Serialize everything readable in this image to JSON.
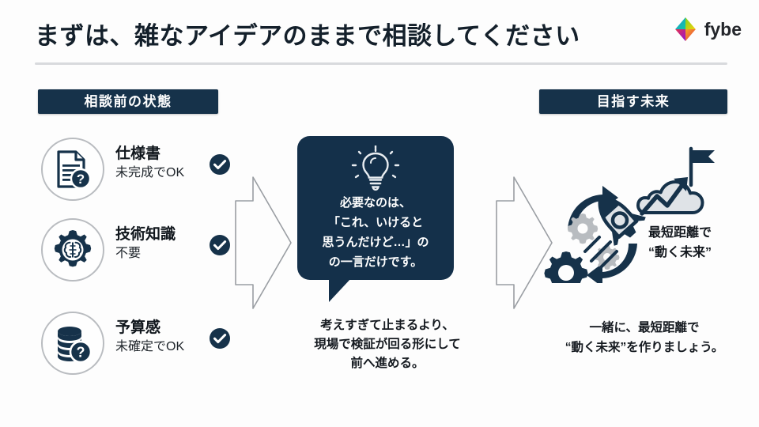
{
  "header": {
    "title": "まずは、雑なアイデアのままで相談してください",
    "brand_name": "fybe",
    "brand_icon": "gem-logo-icon"
  },
  "colors": {
    "navy": "#14304a",
    "pill_navy": "#16324a",
    "text_dark": "#14191f",
    "circle_border": "#b9bcc0",
    "arrow_outline": "#9a9ea3",
    "background": "#fdfdfd",
    "divider": "#d8dadd"
  },
  "left_section": {
    "pill_label": "相談前の状態",
    "items": [
      {
        "icon": "document-question-icon",
        "title": "仕様書",
        "subtitle": "未完成でOK",
        "check_icon": "check-circle-icon"
      },
      {
        "icon": "gear-brain-icon",
        "title": "技術知識",
        "subtitle": "不要",
        "check_icon": "check-circle-icon"
      },
      {
        "icon": "coins-question-icon",
        "title": "予算感",
        "subtitle": "未確定でOK",
        "check_icon": "check-circle-icon"
      }
    ]
  },
  "arrows": {
    "left_arrow_icon": "chevron-arrow-right-icon",
    "right_arrow_icon": "chevron-arrow-right-icon"
  },
  "center_section": {
    "bubble_icon": "lightbulb-icon",
    "bubble_text": "必要なのは、\n「これ、いけると\n思うんだけど…」の\nの一言だけです。",
    "caption": "考えすぎて止まるより、\n現場で検証が回る形にして\n前へ進める。"
  },
  "right_section": {
    "pill_label": "目指す未来",
    "art_icon": "rocket-cloud-growth-icon",
    "art_label": "最短距離で\n“動く未来”",
    "caption": "一緒に、最短距離で\n“動く未来”を作りましょう。"
  }
}
